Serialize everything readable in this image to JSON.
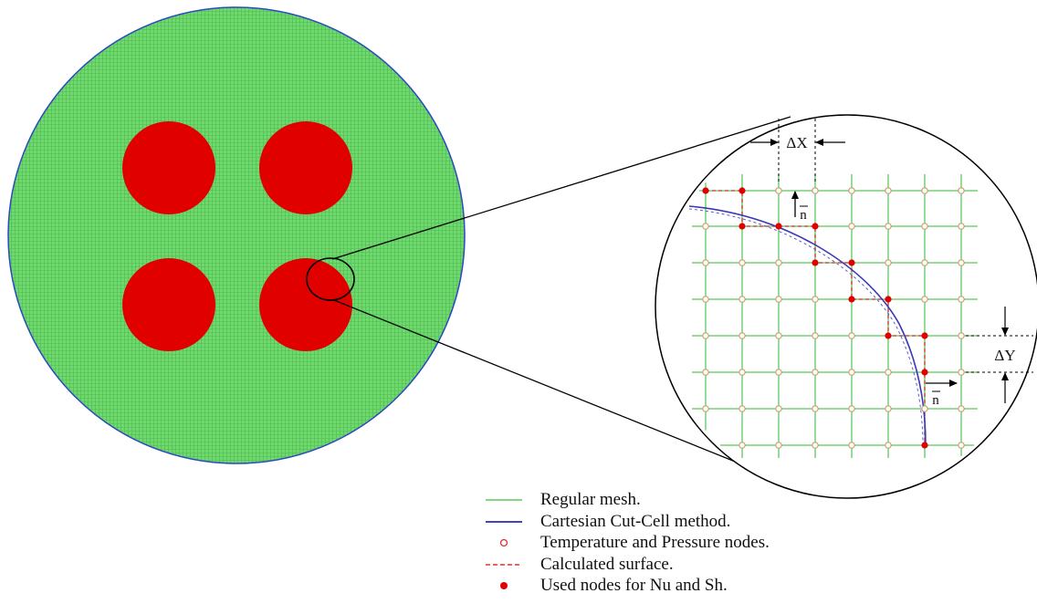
{
  "colors": {
    "mesh": "#5cc85c",
    "domain_fill": "#6fd86f",
    "domain_outline": "#2a49c2",
    "obstacle": "#e00000",
    "cut_cell_curve": "#3a3ab8",
    "calculated_surface": "#e03030",
    "temperature_node": "#c8a070",
    "used_node": "#e00000"
  },
  "labels": {
    "delta_x": "ΔX",
    "delta_y": "ΔY",
    "normal_top": "n",
    "normal_right": "n"
  },
  "legend": [
    {
      "id": "regular-mesh",
      "label": "Regular mesh.",
      "symbol": "line-green"
    },
    {
      "id": "cut-cell",
      "label": "Cartesian Cut-Cell method.",
      "symbol": "line-blue"
    },
    {
      "id": "temp-pressure-nodes",
      "label": "Temperature and Pressure nodes.",
      "symbol": "open-circle"
    },
    {
      "id": "calculated-surface",
      "label": "Calculated surface.",
      "symbol": "dashed-red"
    },
    {
      "id": "used-nodes",
      "label": "Used nodes for  Nu  and  Sh.",
      "symbol": "filled-dot"
    }
  ]
}
